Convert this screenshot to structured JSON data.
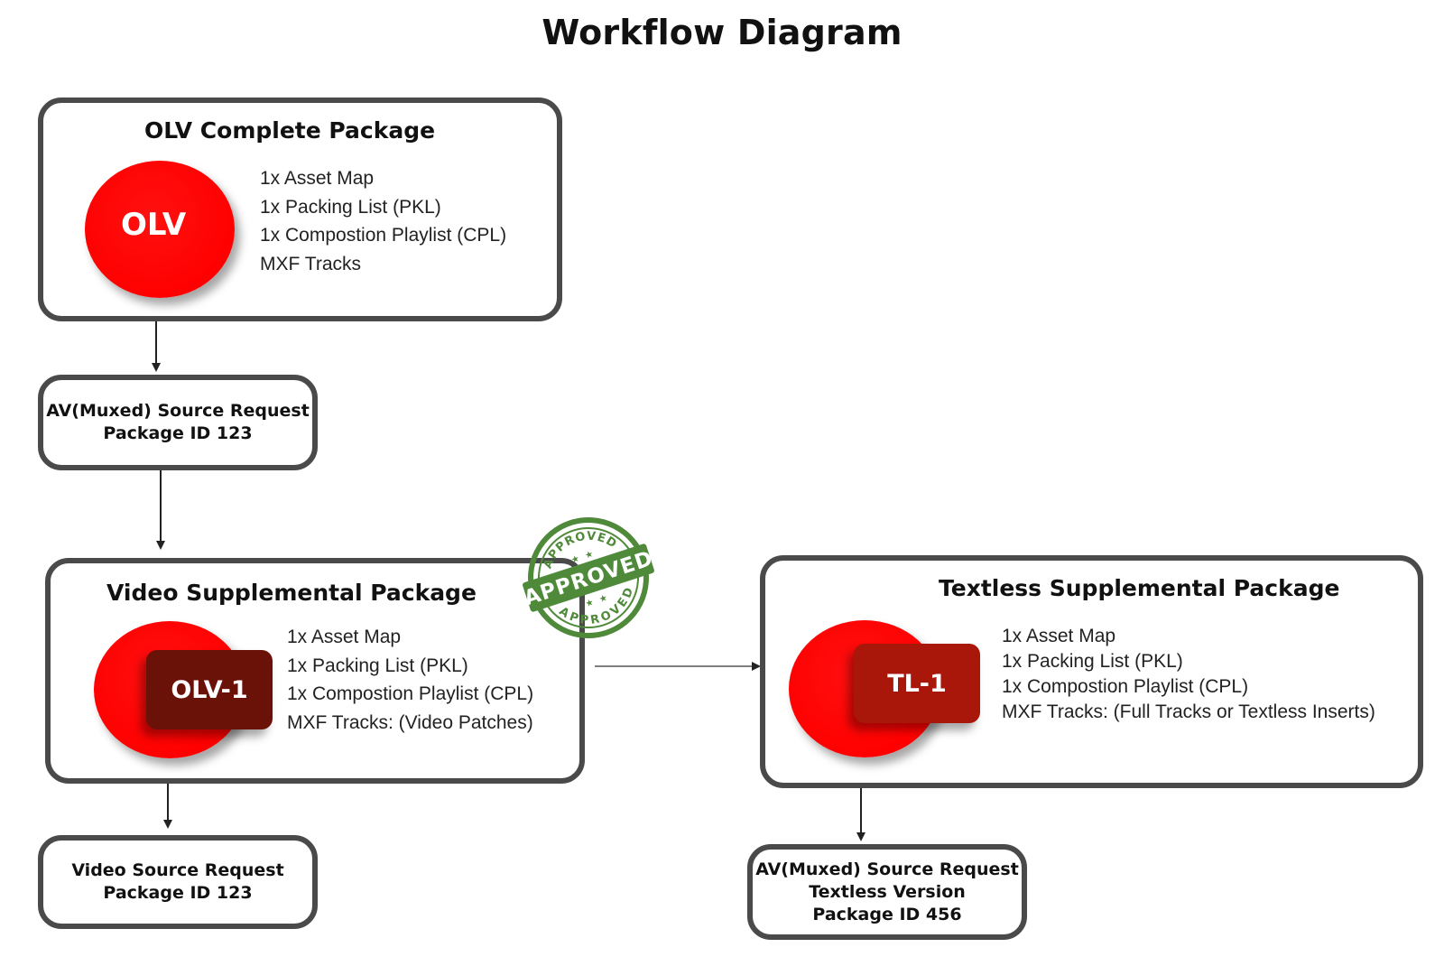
{
  "title": "Workflow Diagram",
  "olv_package": {
    "title": "OLV Complete Package",
    "badge": "OLV",
    "items": [
      "1x Asset Map",
      "1x Packing List (PKL)",
      "1x Compostion Playlist (CPL)",
      "MXF Tracks"
    ]
  },
  "av_request": {
    "line1": "AV(Muxed) Source Request",
    "line2": "Package ID 123"
  },
  "video_package": {
    "title": "Video Supplemental Package",
    "badge": "OLV-1",
    "items": [
      "1x Asset Map",
      "1x Packing List (PKL)",
      "1x Compostion Playlist (CPL)",
      "MXF Tracks: (Video Patches)"
    ]
  },
  "stamp": {
    "top": "APPROVED",
    "middle": "APPROVED",
    "bottom": "APPROVED"
  },
  "textless_package": {
    "title": "Textless Supplemental Package",
    "badge": "TL-1",
    "items": [
      "1x Asset Map",
      "1x Packing List (PKL)",
      "1x Compostion Playlist (CPL)",
      "MXF Tracks: (Full Tracks or Textless Inserts)"
    ]
  },
  "video_request": {
    "line1": "Video Source Request",
    "line2": "Package ID 123"
  },
  "textless_request": {
    "line1": "AV(Muxed) Source Request",
    "line2": "Textless Version",
    "line3": "Package ID 456"
  },
  "colors": {
    "red": "#ff0000",
    "olv1_chip": "#6b1208",
    "tl1_chip": "#a8170a",
    "border": "#4a4a4a",
    "stamp_green": "#4f8a3a"
  }
}
